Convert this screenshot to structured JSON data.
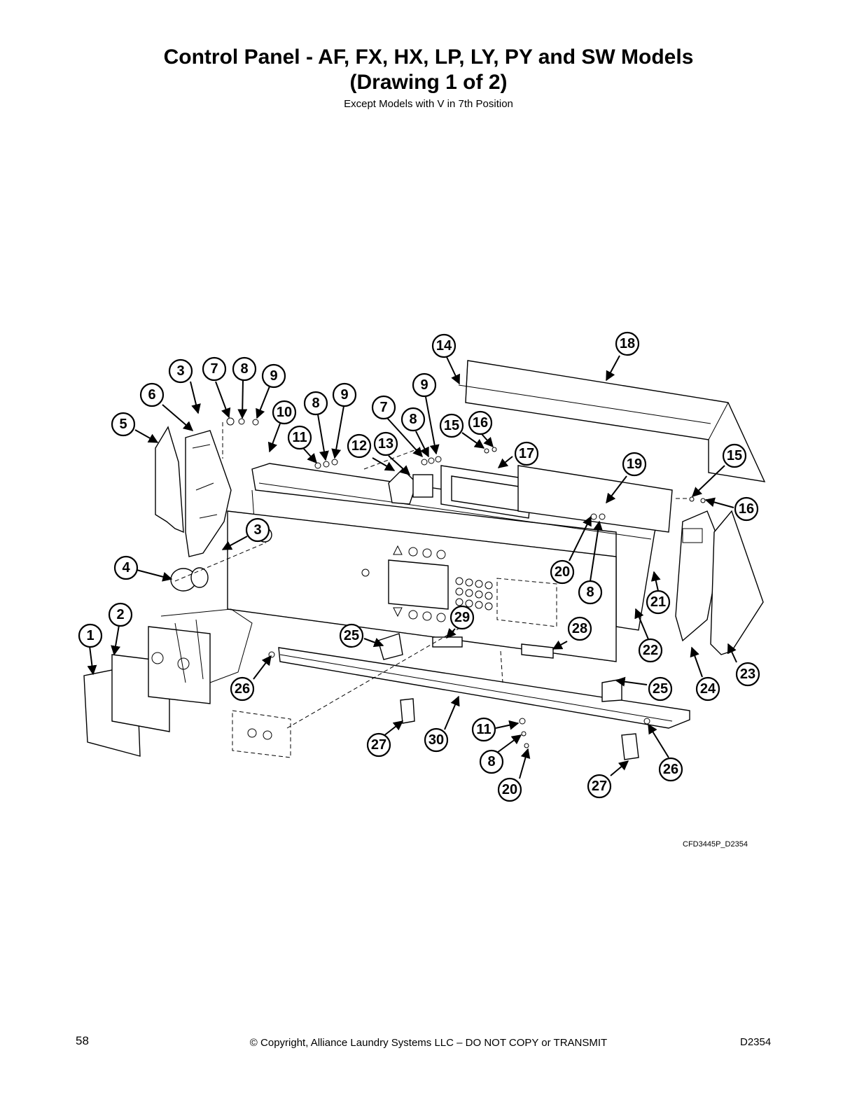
{
  "header": {
    "title_line1": "Control Panel - AF, FX, HX, LP, LY, PY and SW Models",
    "title_line2": "(Drawing 1 of 2)",
    "subtitle": "Except Models with V in 7th Position"
  },
  "diagram": {
    "drawing_id": "CFD3445P_D2354",
    "callouts": [
      "1",
      "2",
      "3",
      "4",
      "5",
      "6",
      "7",
      "8",
      "9",
      "10",
      "11",
      "12",
      "13",
      "14",
      "15",
      "16",
      "17",
      "18",
      "19",
      "20",
      "21",
      "22",
      "23",
      "24",
      "25",
      "26",
      "27",
      "28",
      "29",
      "30"
    ]
  },
  "footer": {
    "page_number": "58",
    "copyright": "© Copyright, Alliance Laundry Systems LLC – DO NOT COPY or TRANSMIT",
    "doc_id": "D2354"
  }
}
